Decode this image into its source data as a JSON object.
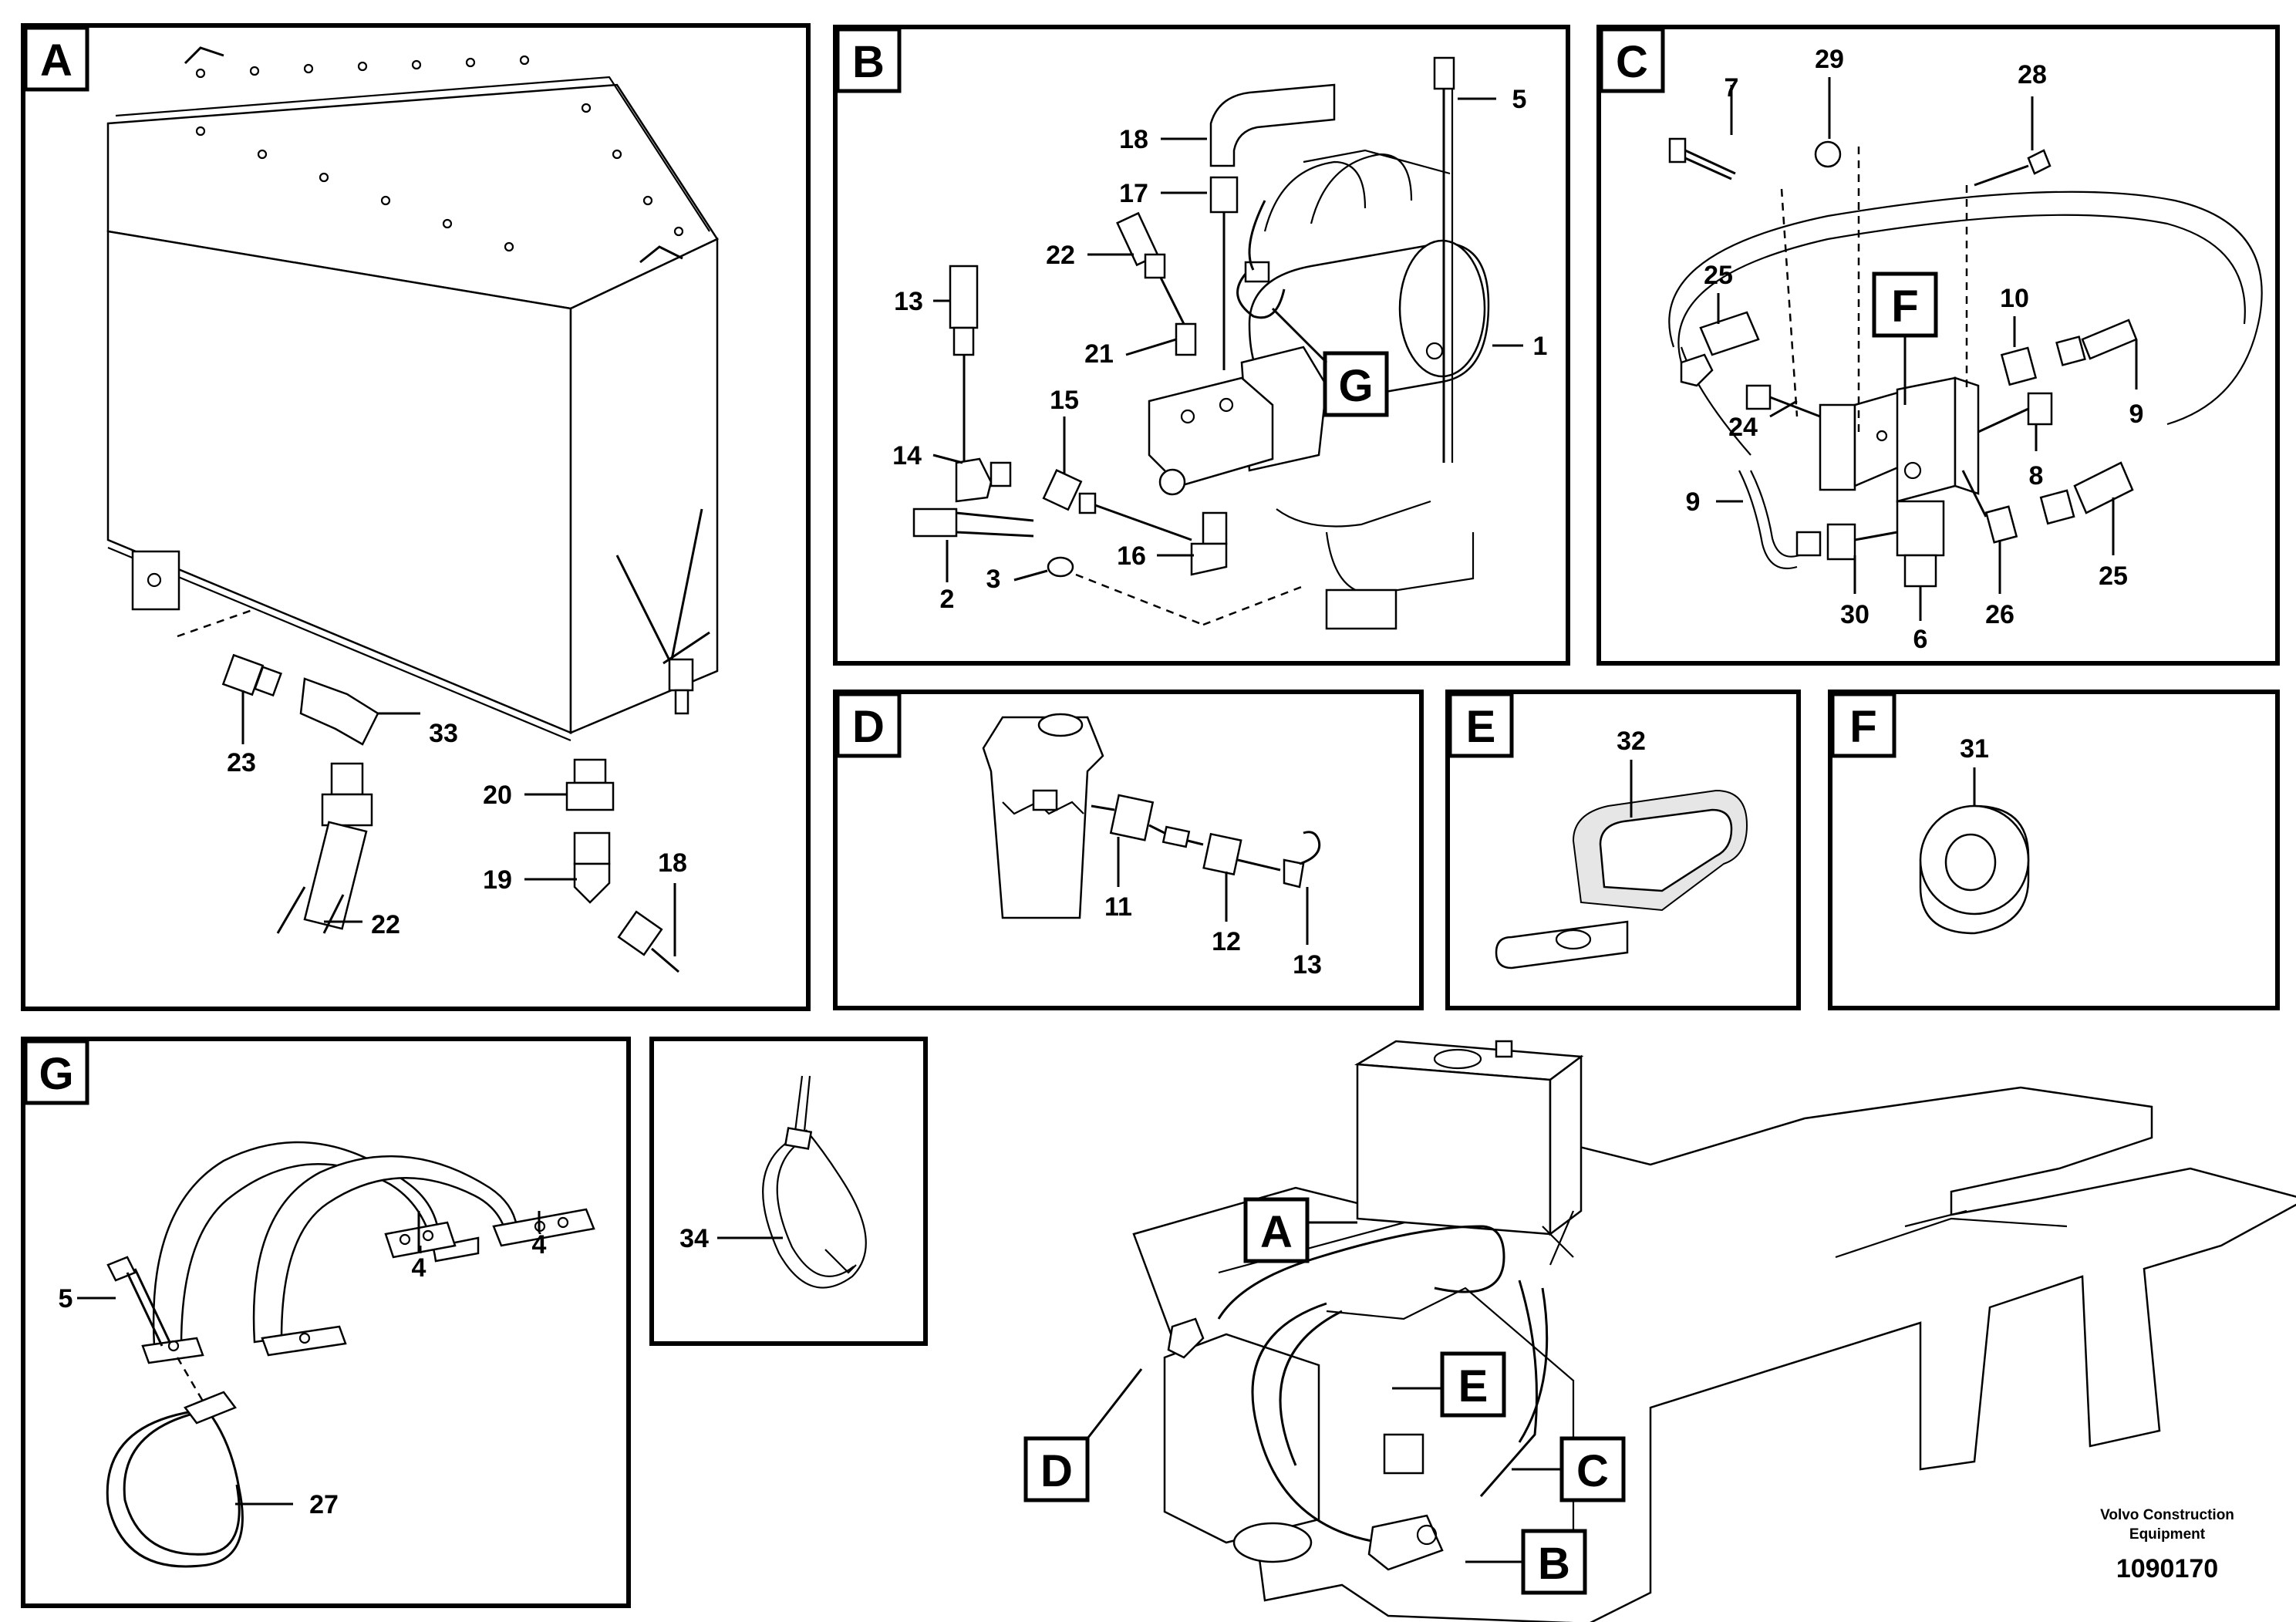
{
  "panels": {
    "A": {
      "tag": "A",
      "labels": {
        "p23": "23",
        "p33": "33",
        "p22": "22",
        "p20": "20",
        "p19": "19",
        "p18": "18"
      }
    },
    "B": {
      "tag": "B",
      "callout": "G",
      "labels": {
        "p18": "18",
        "p5": "5",
        "p17": "17",
        "p22": "22",
        "p13": "13",
        "p21": "21",
        "p1": "1",
        "p15": "15",
        "p14": "14",
        "p16": "16",
        "p2": "2",
        "p3": "3"
      }
    },
    "C": {
      "tag": "C",
      "callout": "F",
      "labels": {
        "p29": "29",
        "p7": "7",
        "p28": "28",
        "p25a": "25",
        "p10": "10",
        "p9a": "9",
        "p24": "24",
        "p8": "8",
        "p9b": "9",
        "p30": "30",
        "p6": "6",
        "p26": "26",
        "p25b": "25"
      }
    },
    "D": {
      "tag": "D",
      "labels": {
        "p11": "11",
        "p12": "12",
        "p13": "13"
      }
    },
    "E": {
      "tag": "E",
      "labels": {
        "p32": "32"
      }
    },
    "F": {
      "tag": "F",
      "labels": {
        "p31": "31"
      }
    },
    "G": {
      "tag": "G",
      "labels": {
        "p4a": "4",
        "p4b": "4",
        "p5": "5",
        "p27": "27"
      }
    },
    "H": {
      "labels": {
        "p34": "34"
      }
    },
    "overview": {
      "callouts": {
        "a": "A",
        "e": "E",
        "d": "D",
        "c": "C",
        "b": "B"
      }
    }
  },
  "footer": {
    "line1": "Volvo Construction",
    "line2": "Equipment",
    "ref": "1090170"
  }
}
